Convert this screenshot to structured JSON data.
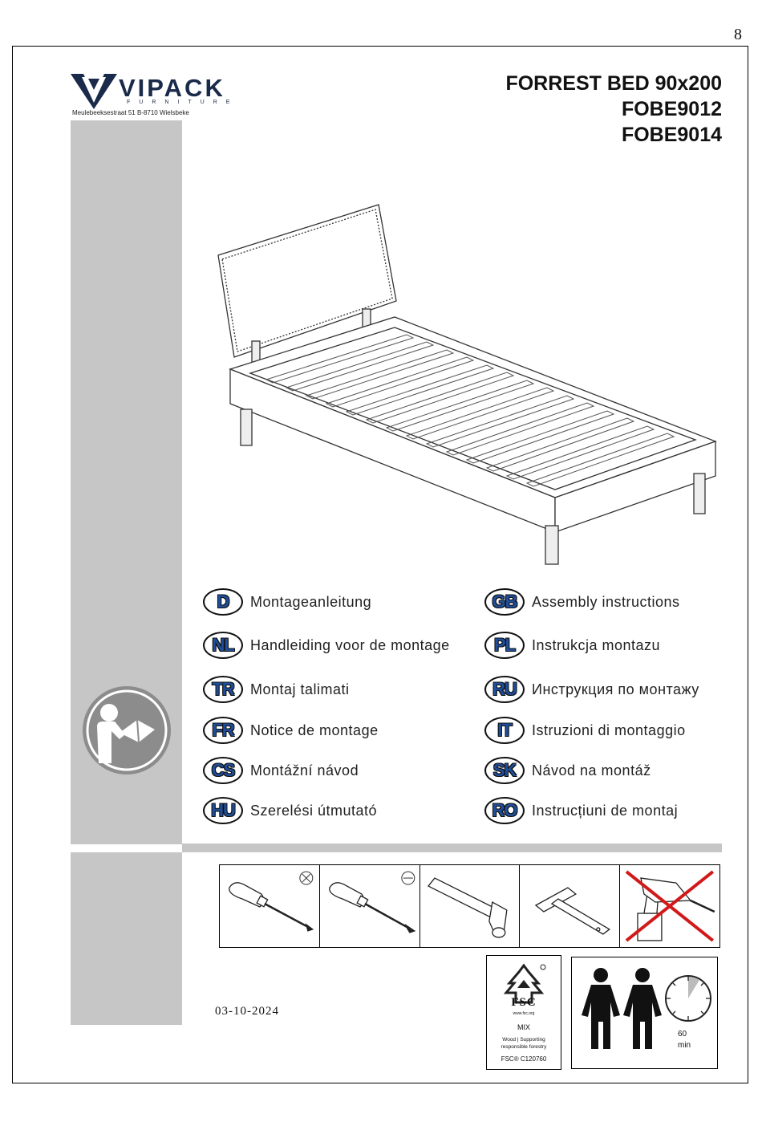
{
  "page_number": "8",
  "brand": {
    "name": "VIPACK",
    "subtitle": "FURNITURE",
    "address": "Meulebeeksestraat 51     B-8710 Wielsbeke"
  },
  "product": {
    "name": "FORREST BED 90x200",
    "codes": [
      "FOBE9012",
      "FOBE9014"
    ]
  },
  "languages": [
    {
      "code": "D",
      "text": "Montageanleitung"
    },
    {
      "code": "GB",
      "text": "Assembly instructions"
    },
    {
      "code": "NL",
      "text": "Handleiding voor de montage"
    },
    {
      "code": "PL",
      "text": "Instrukcja montazu"
    },
    {
      "code": "TR",
      "text": "Montaj talimati"
    },
    {
      "code": "RU",
      "text": "Инструкция по монтажу"
    },
    {
      "code": "FR",
      "text": "Notice de montage"
    },
    {
      "code": "IT",
      "text": "Istruzioni di montaggio"
    },
    {
      "code": "CS",
      "text": "Montážní návod"
    },
    {
      "code": "SK",
      "text": "Návod na montáž"
    },
    {
      "code": "HU",
      "text": "Szerelési útmutató"
    },
    {
      "code": "RO",
      "text": "Instrucțiuni de montaj"
    }
  ],
  "tools": [
    {
      "icon": "phillips-screwdriver-icon"
    },
    {
      "icon": "flat-screwdriver-icon"
    },
    {
      "icon": "hammer-icon"
    },
    {
      "icon": "square-ruler-icon"
    },
    {
      "icon": "no-power-drill-icon"
    }
  ],
  "date": "03-10-2024",
  "fsc": {
    "label": "FSC",
    "url": "www.fsc.org",
    "mix": "MIX",
    "claim_line1": "Wood | Supporting",
    "claim_line2": "responsible forestry",
    "license": "FSC® C120760"
  },
  "assembly": {
    "persons": 2,
    "time_value": "60",
    "time_unit": "min"
  },
  "colors": {
    "band_gray": "#c6c6c6",
    "badge_blue": "#1f4e9a",
    "logo_navy": "#1a2a4a",
    "cross_red": "#d21919"
  }
}
